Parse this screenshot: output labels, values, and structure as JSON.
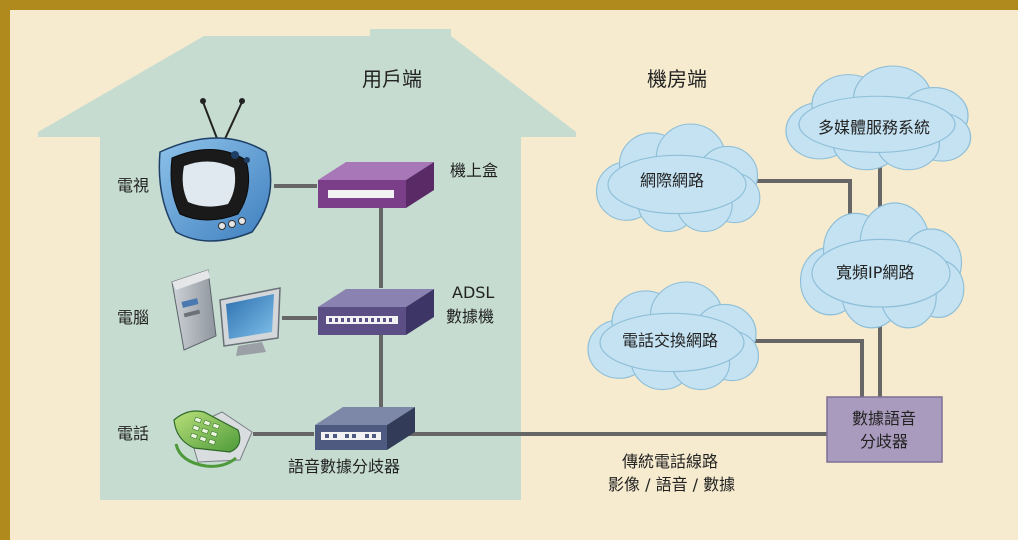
{
  "colors": {
    "background": "#f6ebcf",
    "frame": "#b08a1c",
    "house": "#c6dcd1",
    "cloud": "#c4e2f2",
    "link": "#666666",
    "splitter_box": "#a99bbd",
    "set_top_box": "#7b3f8a",
    "modem": "#5b4f86",
    "voice_splitter": "#4e5a80"
  },
  "user_side": {
    "title": "用戶端",
    "devices": [
      {
        "label": "電視",
        "icon": "tv-icon"
      },
      {
        "label": "電腦",
        "icon": "computer-icon"
      },
      {
        "label": "電話",
        "icon": "telephone-icon"
      }
    ],
    "boxes": {
      "set_top_box": "機上盒",
      "modem_line1": "ADSL",
      "modem_line2": "數據機",
      "voice_splitter": "語音數據分歧器"
    }
  },
  "central_office": {
    "title": "機房端",
    "clouds": {
      "multimedia": "多媒體服務系統",
      "internet": "網際網路",
      "broadband": "寬頻IP網路",
      "pstn": "電話交換網路"
    },
    "splitter_line1": "數據語音",
    "splitter_line2": "分歧器"
  },
  "line": {
    "label_line1": "傳統電話線路",
    "label_line2": "影像 / 語音 / 數據"
  }
}
